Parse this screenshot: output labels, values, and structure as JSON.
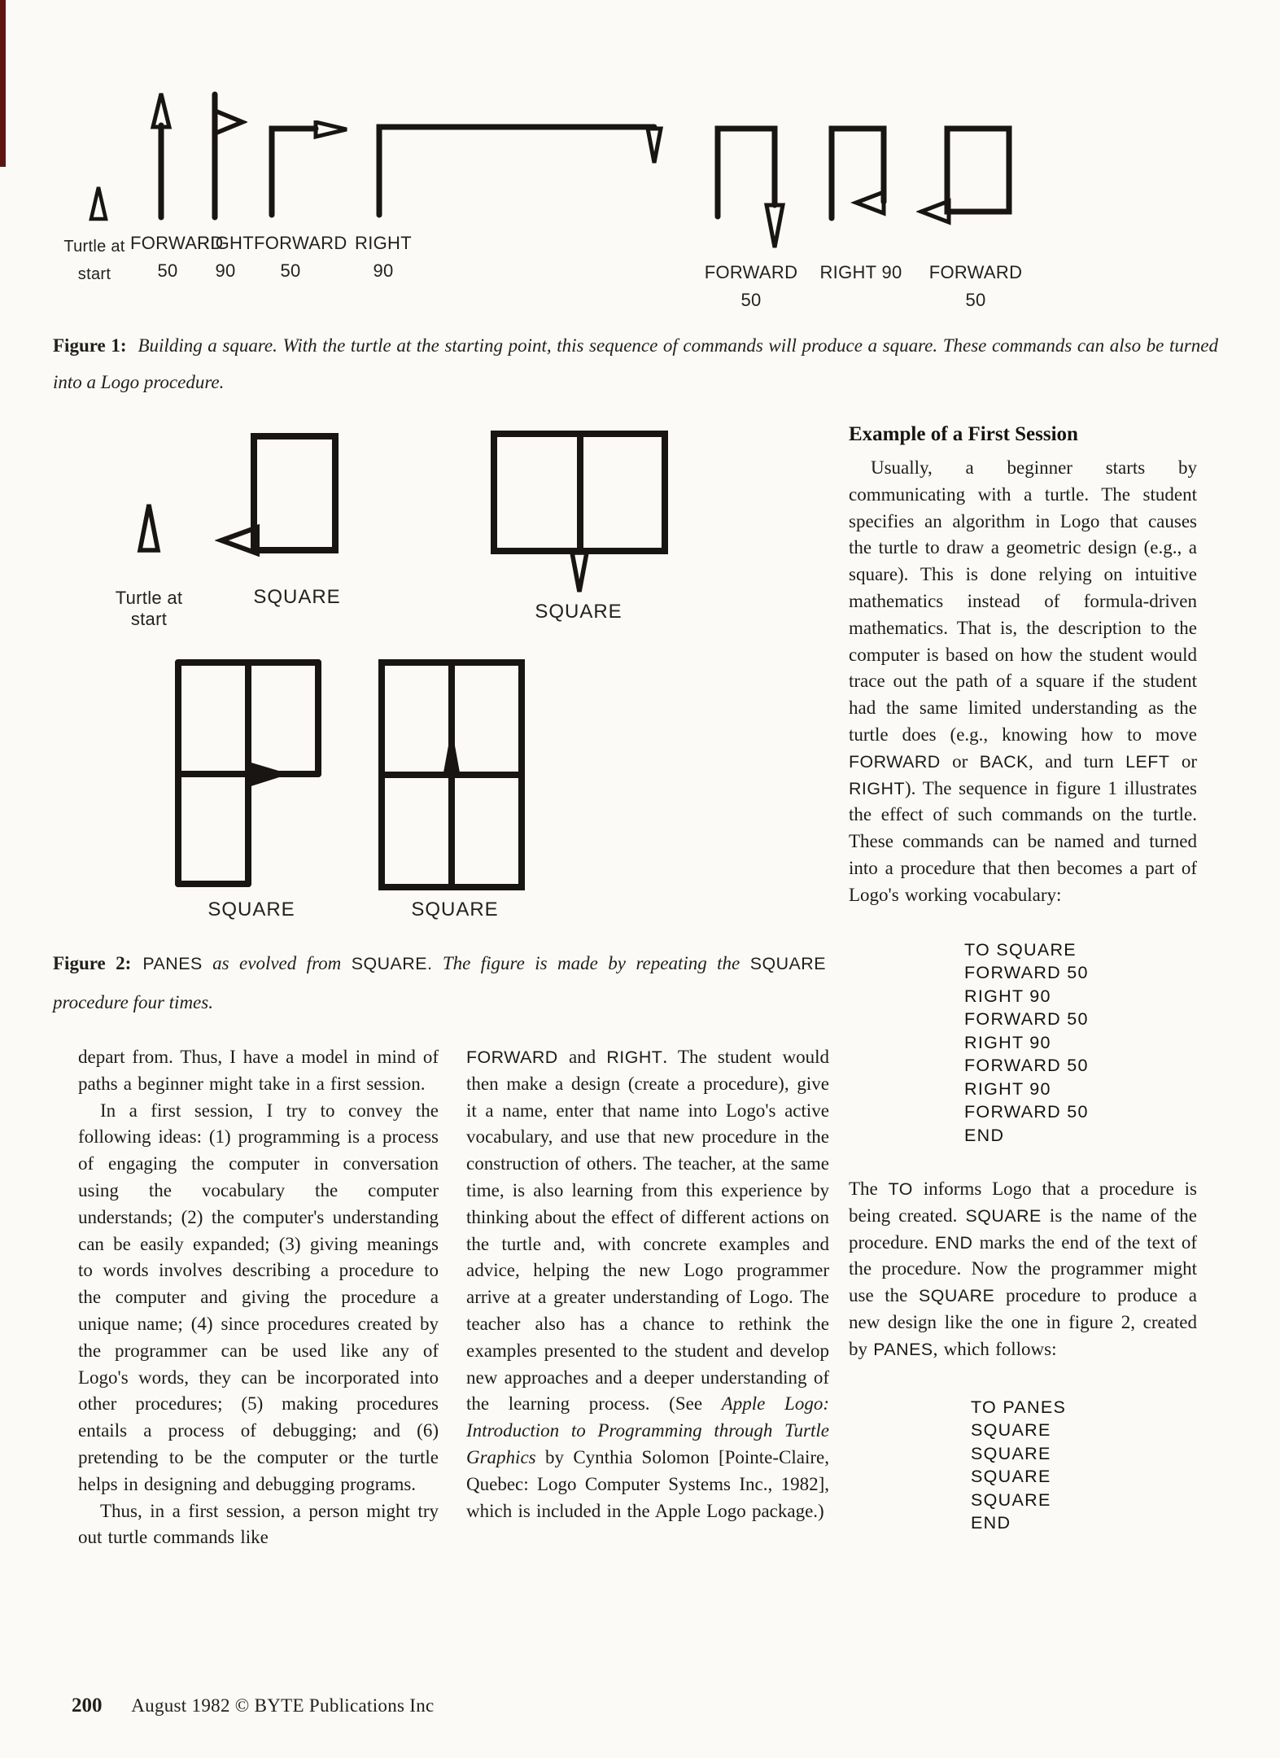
{
  "page": {
    "footer_page": "200",
    "footer_text": "August 1982 © BYTE Publications Inc"
  },
  "figure1": {
    "steps": [
      {
        "label": "Turtle at start",
        "value": ""
      },
      {
        "label": "FORWARD",
        "value": "50"
      },
      {
        "label": "RIGHT",
        "value": "90"
      },
      {
        "label": "FORWARD",
        "value": "50"
      },
      {
        "label": "RIGHT",
        "value": "90"
      },
      {
        "label": "FORWARD 50",
        "value": ""
      },
      {
        "label": "RIGHT 90",
        "value": ""
      },
      {
        "label": "FORWARD 50",
        "value": ""
      }
    ],
    "caption_label": "Figure 1:",
    "caption_rich": [
      {
        "t": "Building a square. With the turtle at the starting point, this sequence of commands will produce a square. These commands can also be turned into a Logo procedure.",
        "k": "tx"
      }
    ]
  },
  "figure2": {
    "turtle_label": "Turtle at start",
    "square_labels": [
      "SQUARE",
      "SQUARE",
      "SQUARE",
      "SQUARE"
    ],
    "caption_label": "Figure 2:",
    "caption_rich": [
      {
        "t": "PANES",
        "k": "code"
      },
      {
        "t": " as evolved from ",
        "k": "tx"
      },
      {
        "t": "SQUARE.",
        "k": "code"
      },
      {
        "t": " The figure is made by repeating the ",
        "k": "tx"
      },
      {
        "t": "SQUARE",
        "k": "code"
      },
      {
        "t": " procedure four times.",
        "k": "tx"
      }
    ]
  },
  "columns": {
    "left": {
      "p1": [
        {
          "t": "depart from. Thus, I have a model in mind of paths a beginner might take in a first session.",
          "k": "tx"
        }
      ],
      "p2": [
        {
          "t": "In a first session, I try to convey the following ideas: (1) programming is a process of engaging the computer in conversation using the vocabulary the computer understands; (2) the computer's understanding can be easily expanded; (3) giving meanings to words involves describing a procedure to the computer and giving the procedure a unique name; (4) since procedures created by the programmer can be used like any of Logo's words, they can be incorporated into other procedures; (5) making procedures entails a process of debugging; and (6) pretending to be the computer or the turtle helps in designing and debugging programs.",
          "k": "tx"
        }
      ],
      "p3": [
        {
          "t": "Thus, in a first session, a person might try out turtle commands like",
          "k": "tx"
        }
      ]
    },
    "middle": {
      "p1": [
        {
          "t": "FORWARD",
          "k": "code"
        },
        {
          "t": " and ",
          "k": "tx"
        },
        {
          "t": "RIGHT",
          "k": "code"
        },
        {
          "t": ". The student would then make a design (create a procedure), give it a name, enter that name into Logo's active vocabulary, and use that new procedure in the construction of others. The teacher, at the same time, is also learning from this experience by thinking about the effect of different actions on the turtle and, with concrete examples and advice, helping the new Logo programmer arrive at a greater understanding of Logo. The teacher also has a chance to rethink the examples presented to the student and develop new approaches and a deeper understanding of the learning process. (See ",
          "k": "tx"
        },
        {
          "t": "Apple Logo: Introduction to Programming through Turtle Graphics",
          "k": "it"
        },
        {
          "t": " by Cynthia Solomon [Pointe-Claire, Quebec: Logo Computer Systems Inc., 1982], which is included in the Apple Logo package.)",
          "k": "tx"
        }
      ]
    },
    "right": {
      "heading": "Example of a First Session",
      "p1": [
        {
          "t": "Usually, a beginner starts by communicating with a turtle. The student specifies an algorithm in Logo that causes the turtle to draw a geometric design (e.g., a square). This is done relying on intuitive mathematics instead of formula-driven mathematics. That is, the description to the computer is based on how the student would trace out the path of a square if the student had the same limited understanding as the turtle does (e.g., knowing how to move ",
          "k": "tx"
        },
        {
          "t": "FORWARD",
          "k": "code"
        },
        {
          "t": " or ",
          "k": "tx"
        },
        {
          "t": "BACK",
          "k": "code"
        },
        {
          "t": ", and turn ",
          "k": "tx"
        },
        {
          "t": "LEFT",
          "k": "code"
        },
        {
          "t": " or ",
          "k": "tx"
        },
        {
          "t": "RIGHT",
          "k": "code"
        },
        {
          "t": "). The sequence in figure 1 illustrates the effect of such commands on the turtle. These commands can be named and turned into a procedure that then becomes a part of Logo's working vocabulary:",
          "k": "tx"
        }
      ],
      "code_square": [
        "TO SQUARE",
        "FORWARD 50",
        "RIGHT 90",
        "FORWARD 50",
        "RIGHT 90",
        "FORWARD 50",
        "RIGHT 90",
        "FORWARD 50",
        "END"
      ],
      "p2": [
        {
          "t": "The ",
          "k": "tx"
        },
        {
          "t": "TO",
          "k": "code"
        },
        {
          "t": " informs Logo that a procedure is being created. ",
          "k": "tx"
        },
        {
          "t": "SQUARE",
          "k": "code"
        },
        {
          "t": " is the name of the procedure. ",
          "k": "tx"
        },
        {
          "t": "END",
          "k": "code"
        },
        {
          "t": " marks the end of the text of the procedure. Now the programmer might use the ",
          "k": "tx"
        },
        {
          "t": "SQUARE",
          "k": "code"
        },
        {
          "t": " procedure to produce a new design like the one in figure 2, created by ",
          "k": "tx"
        },
        {
          "t": "PANES",
          "k": "code"
        },
        {
          "t": ", which follows:",
          "k": "tx"
        }
      ],
      "code_panes": [
        "TO PANES",
        "SQUARE",
        "SQUARE",
        "SQUARE",
        "SQUARE",
        "END"
      ]
    }
  }
}
